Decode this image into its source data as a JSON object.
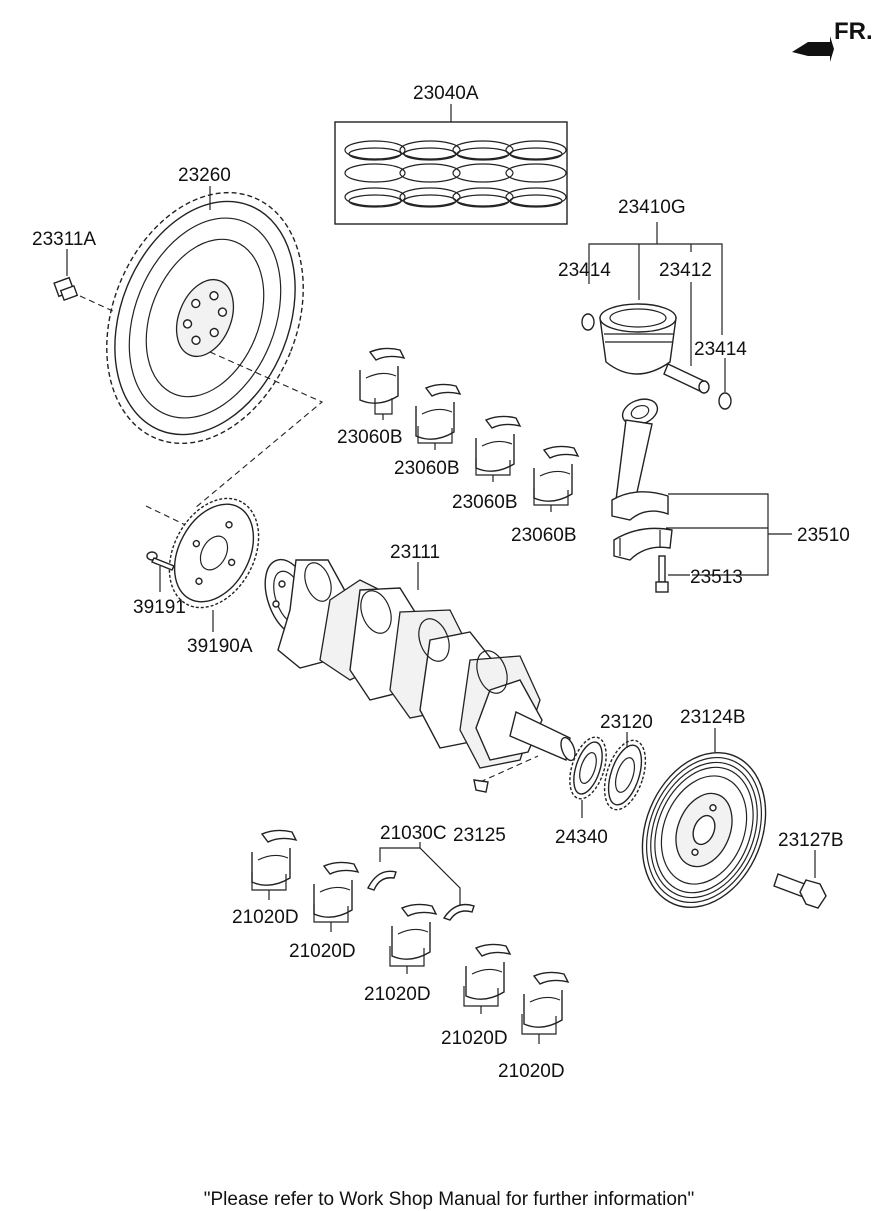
{
  "direction": {
    "label": "FR."
  },
  "parts": {
    "piston_ring_set": "23040A",
    "flywheel": "23260",
    "flywheel_bolt": "23311A",
    "piston_assy": "23410G",
    "snap_ring_left": "23414",
    "piston_pin": "23412",
    "snap_ring_right": "23414",
    "upper_bearing_1": "23060B",
    "upper_bearing_2": "23060B",
    "upper_bearing_3": "23060B",
    "upper_bearing_4": "23060B",
    "connecting_rod_assy": "23510",
    "rod_cap_bolt": "23513",
    "crankshaft": "23111",
    "drive_plate_bolt": "39191",
    "drive_plate": "39190A",
    "sprocket": "23120",
    "damper_pulley": "23124B",
    "thrust_bearing": "21030C",
    "woodruff_key": "23125",
    "chain_sprocket": "24340",
    "pulley_bolt": "23127B",
    "main_bearing_1": "21020D",
    "main_bearing_2": "21020D",
    "main_bearing_3": "21020D",
    "main_bearing_4": "21020D",
    "main_bearing_5": "21020D"
  },
  "footer": {
    "note": "\"Please refer to Work Shop Manual for further information\""
  }
}
